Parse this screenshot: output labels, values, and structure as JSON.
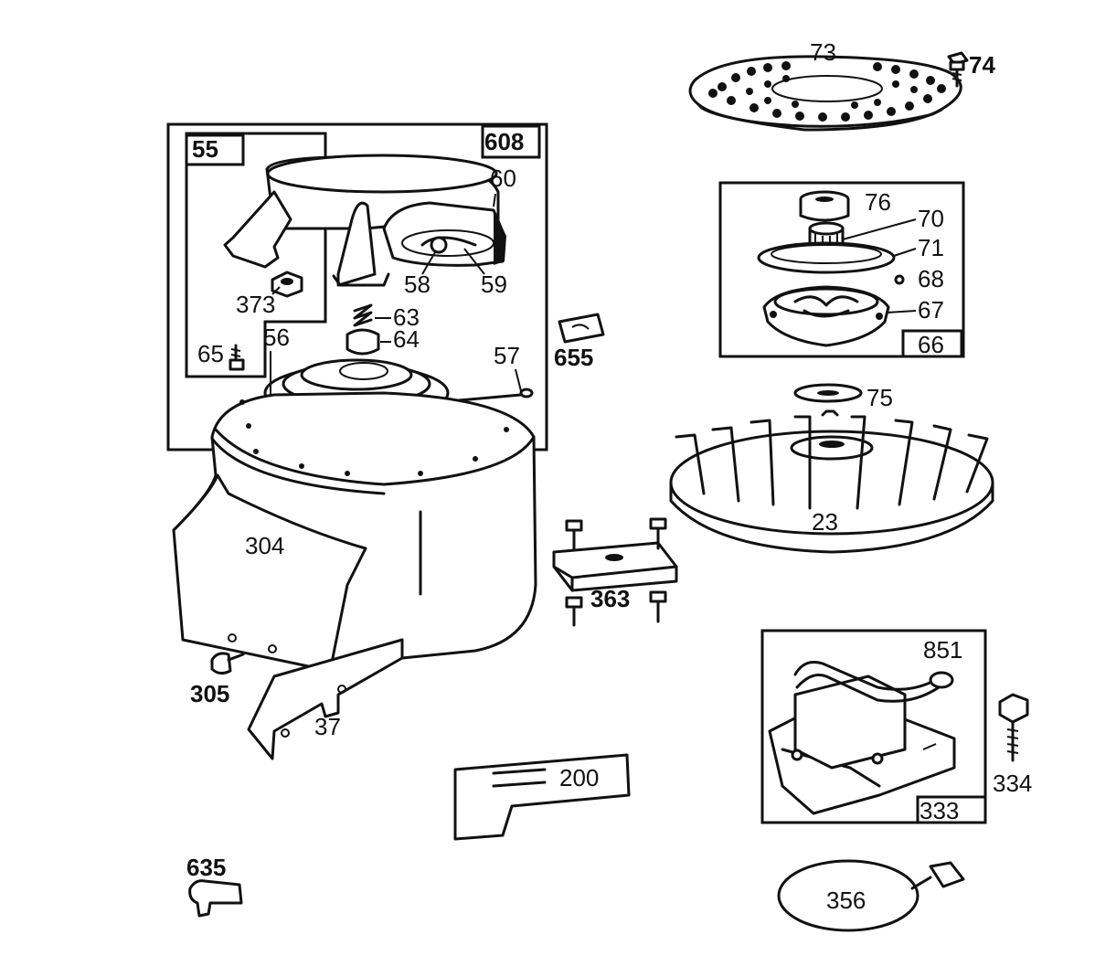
{
  "parts": {
    "p73": "73",
    "p74": "74",
    "p55": "55",
    "p608": "608",
    "p60": "60",
    "p76": "76",
    "p70": "70",
    "p71": "71",
    "p68": "68",
    "p67": "67",
    "p66": "66",
    "p373": "373",
    "p58": "58",
    "p59": "59",
    "p63": "63",
    "p64": "64",
    "p655": "655",
    "p65": "65",
    "p56": "56",
    "p57": "57",
    "p75": "75",
    "p23": "23",
    "p304": "304",
    "p363": "363",
    "p851": "851",
    "p305": "305",
    "p37": "37",
    "p334": "334",
    "p200": "200",
    "p333": "333",
    "p635": "635",
    "p356": "356"
  }
}
